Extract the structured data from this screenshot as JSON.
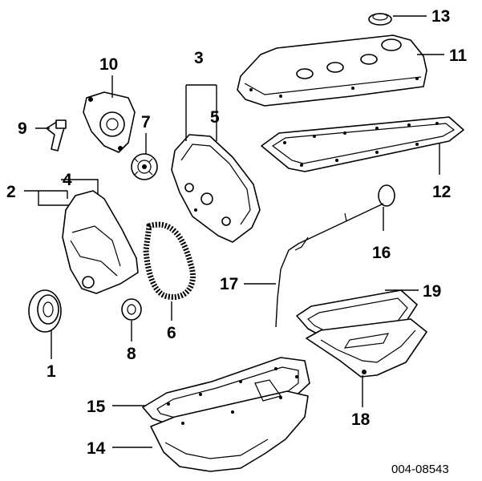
{
  "callouts": {
    "c1": "1",
    "c2": "2",
    "c3": "3",
    "c4": "4",
    "c5": "5",
    "c6": "6",
    "c7": "7",
    "c8": "8",
    "c9": "9",
    "c10": "10",
    "c11": "11",
    "c12": "12",
    "c13": "13",
    "c14": "14",
    "c15": "15",
    "c16": "16",
    "c17": "17",
    "c18": "18",
    "c19": "19"
  },
  "figure_code": "004-08543"
}
